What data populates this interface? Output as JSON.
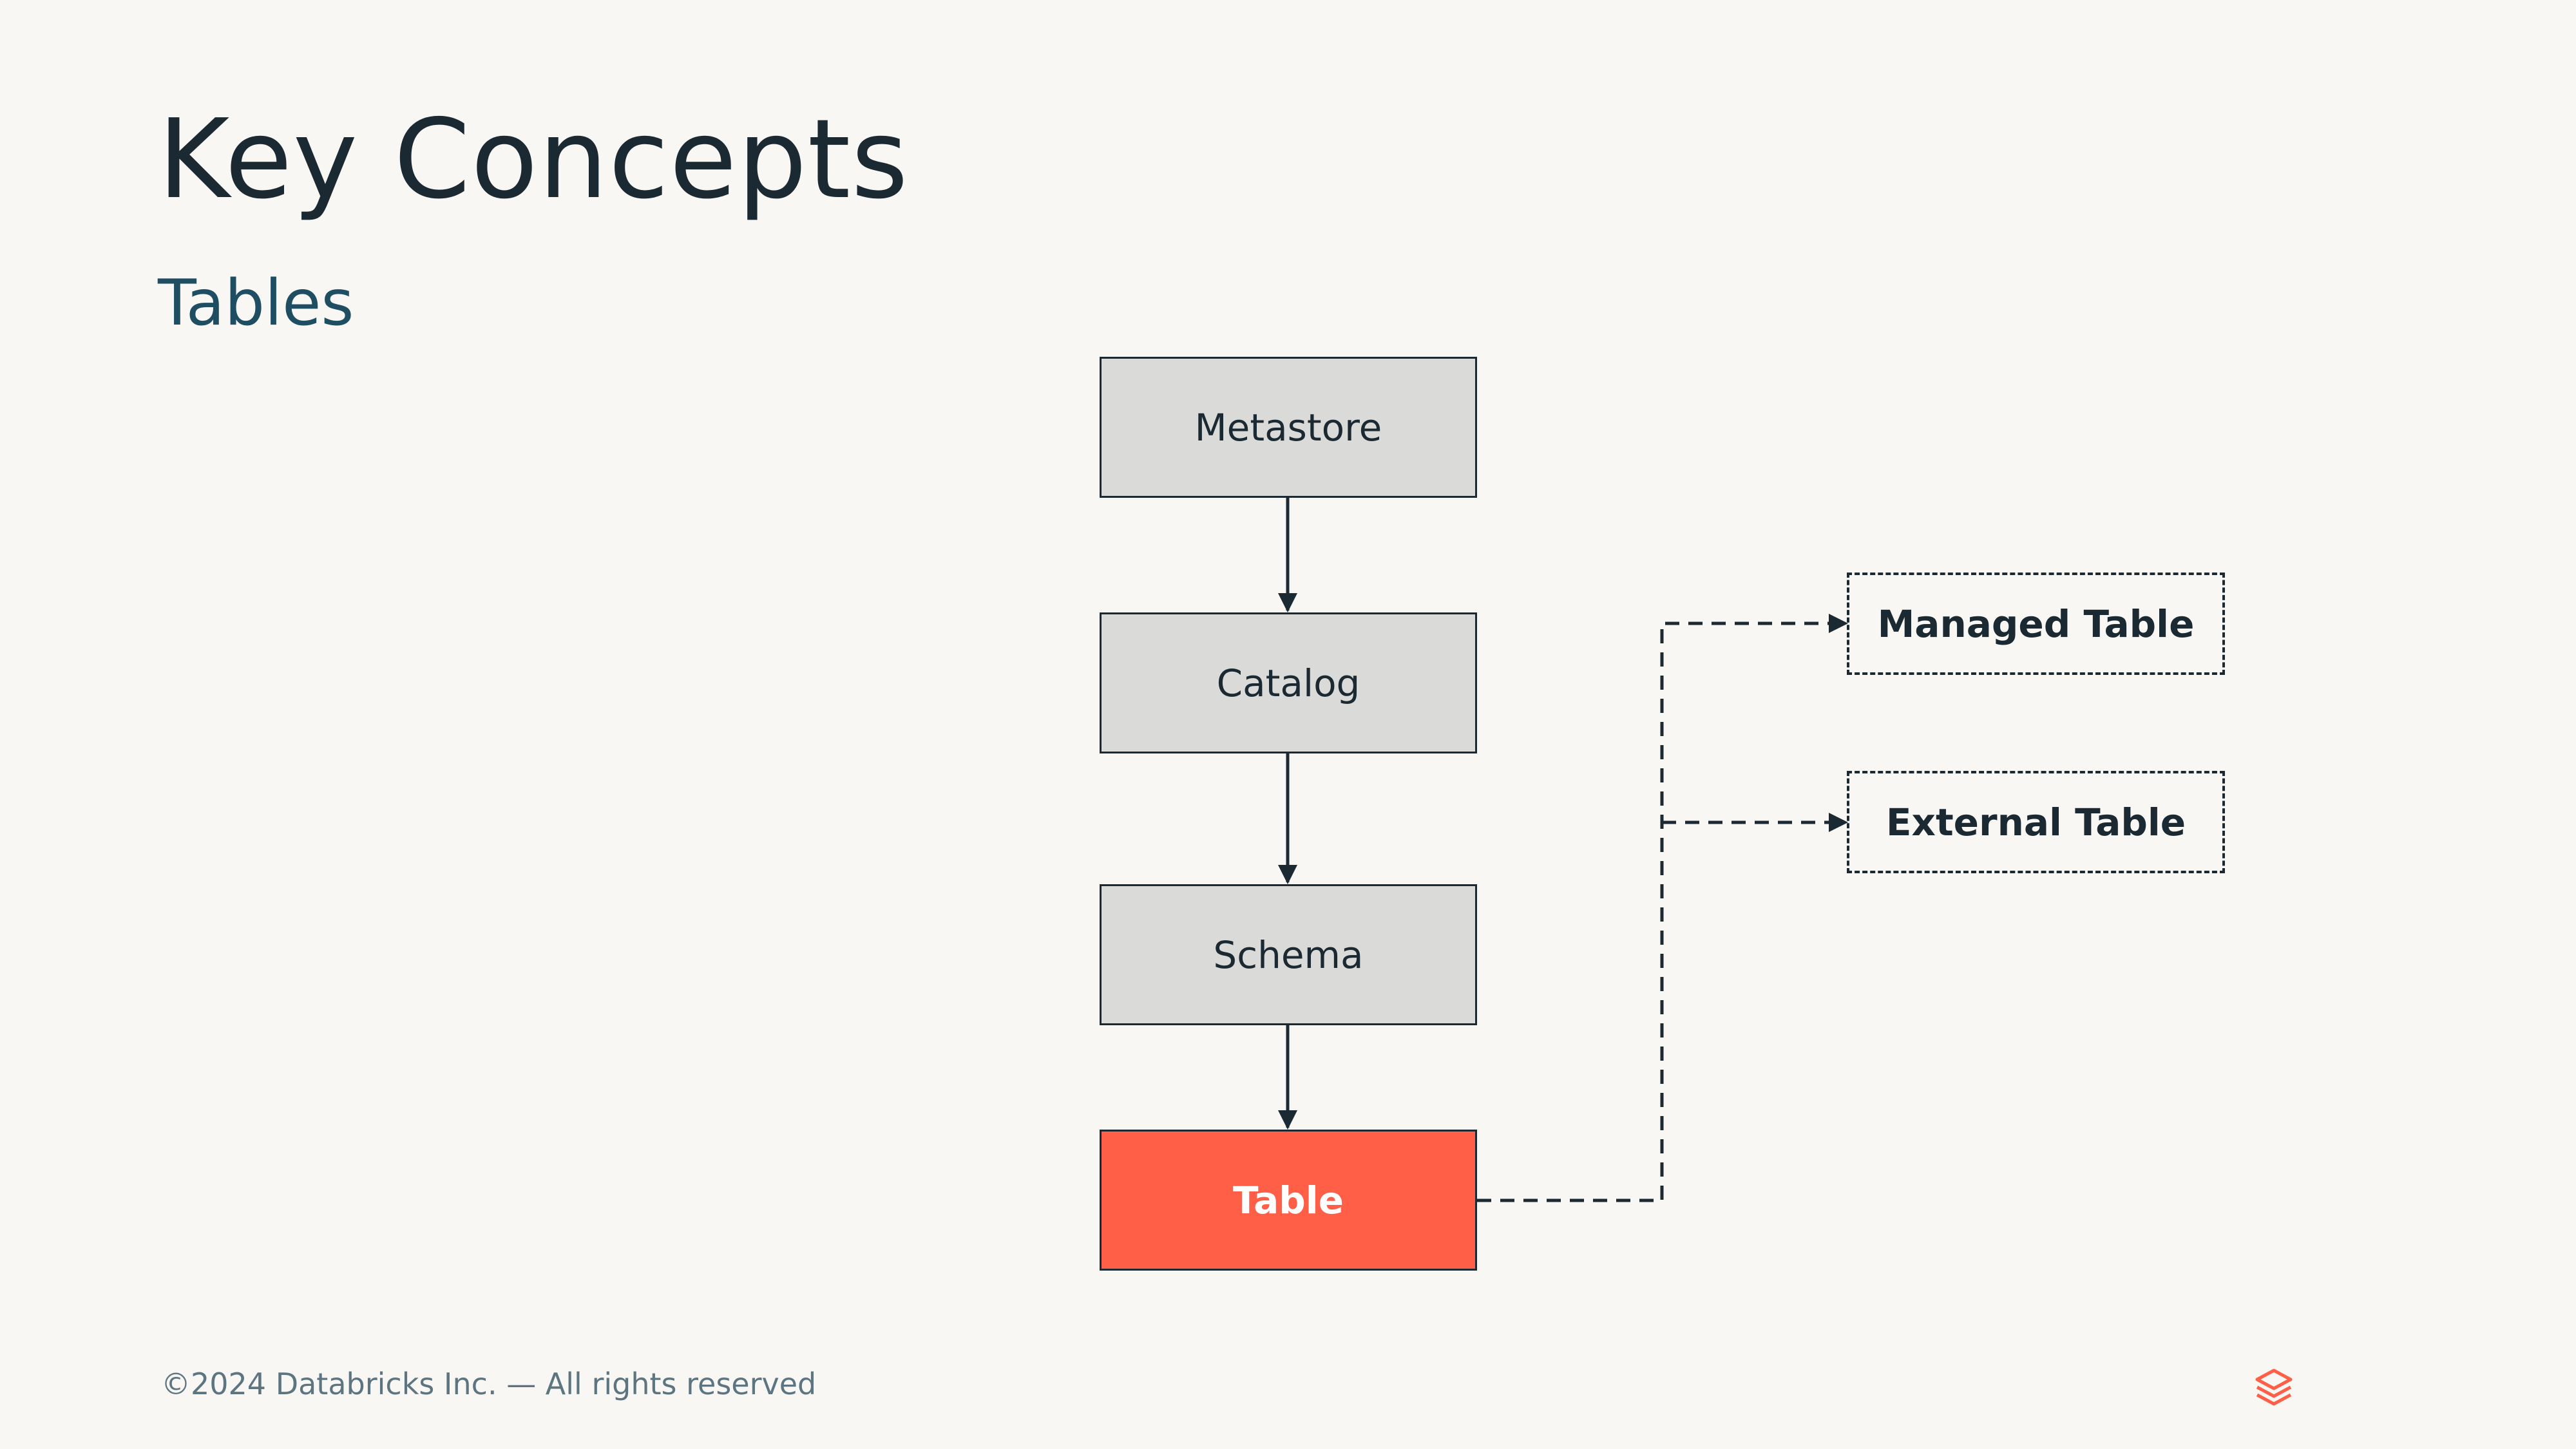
{
  "slide": {
    "title": "Key Concepts",
    "subtitle": "Tables"
  },
  "diagram": {
    "nodes": {
      "metastore": "Metastore",
      "catalog": "Catalog",
      "schema": "Schema",
      "table": "Table",
      "managed_table": "Managed Table",
      "external_table": "External Table"
    },
    "edges": [
      {
        "from": "metastore",
        "to": "catalog",
        "style": "solid"
      },
      {
        "from": "catalog",
        "to": "schema",
        "style": "solid"
      },
      {
        "from": "schema",
        "to": "table",
        "style": "solid"
      },
      {
        "from": "table",
        "to": "managed_table",
        "style": "dashed"
      },
      {
        "from": "table",
        "to": "external_table",
        "style": "dashed"
      }
    ]
  },
  "footer": {
    "copyright": "©2024 Databricks Inc. — All rights reserved",
    "logo_icon": "databricks-logo-icon"
  },
  "colors": {
    "background": "#F9F7F4",
    "node_fill": "#DADAD8",
    "highlight": "#FF5F46",
    "text_dark": "#1B2A32",
    "subtitle": "#1F4E63",
    "footer_text": "#5C7580"
  }
}
